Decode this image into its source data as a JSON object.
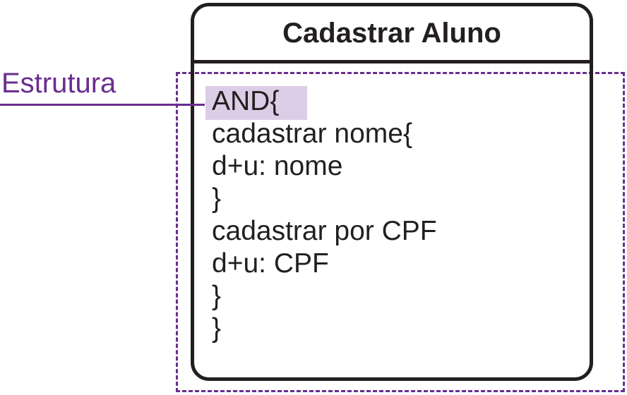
{
  "annotation": {
    "label": "Estrutura",
    "color": "#6a2d8f"
  },
  "card": {
    "title": "Cadastrar Aluno",
    "highlight_color": "#dccde6",
    "lines": [
      "AND{",
      "cadastrar nome{",
      "d+u: nome",
      "}",
      "cadastrar por CPF",
      "d+u: CPF",
      "}",
      "}"
    ]
  }
}
